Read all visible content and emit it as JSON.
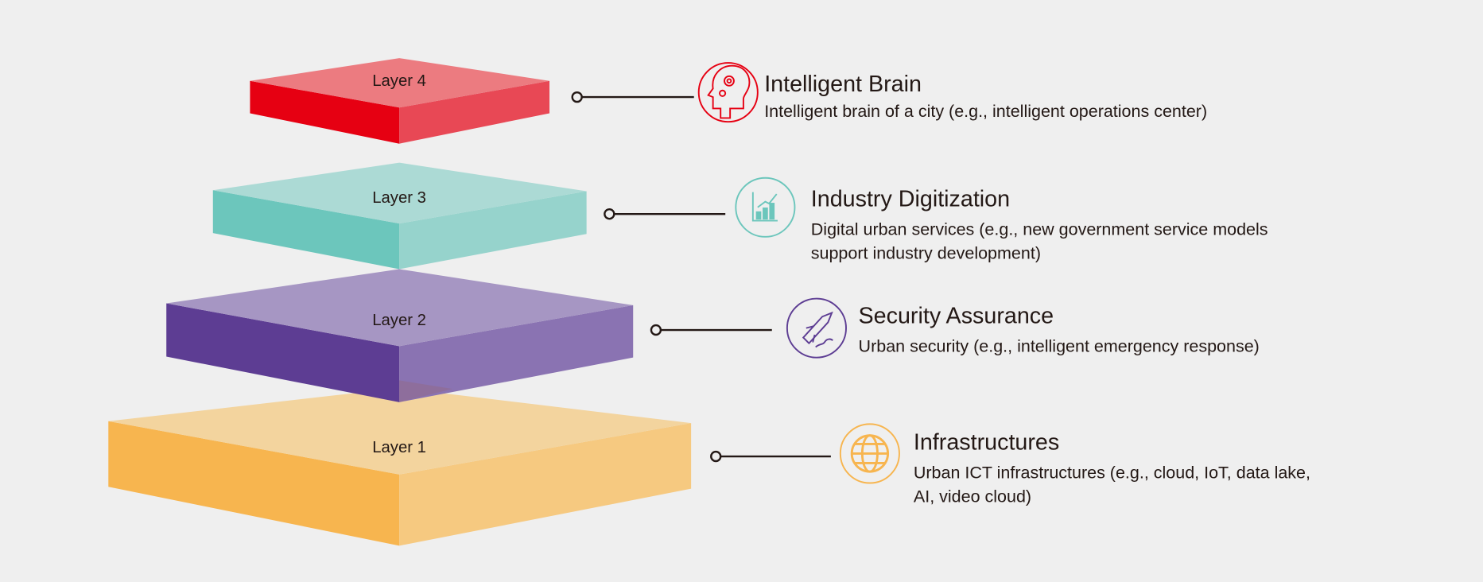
{
  "layers": [
    {
      "label": "Layer 1",
      "title": "Infrastructures",
      "desc": [
        "Urban ICT infrastructures (e.g., cloud, IoT, data lake,",
        "AI, video cloud)"
      ],
      "icon": "globe-icon",
      "colors": {
        "top": "#f3d49e",
        "left": "#f7b54f",
        "right": "#f6c980",
        "accent": "#f7b54f"
      }
    },
    {
      "label": "Layer 2",
      "title": "Security Assurance",
      "desc": [
        "Urban security (e.g., intelligent emergency response)"
      ],
      "icon": "security-icon",
      "colors": {
        "top": "#a696c3",
        "left": "#5d3d93",
        "right": "#8a73b2",
        "accent": "#5d3d93"
      }
    },
    {
      "label": "Layer 3",
      "title": "Industry Digitization",
      "desc": [
        "Digital urban services (e.g., new government service models",
        "support industry development)"
      ],
      "icon": "chart-icon",
      "colors": {
        "top": "#acdad5",
        "left": "#6cc6bc",
        "right": "#96d3cc",
        "accent": "#6cc6bc"
      }
    },
    {
      "label": "Layer 4",
      "title": "Intelligent Brain",
      "desc": [
        "Intelligent brain of a city (e.g., intelligent operations center)"
      ],
      "icon": "brain-icon",
      "colors": {
        "top": "#ec7b80",
        "left": "#e60012",
        "right": "#e84855",
        "accent": "#e60012"
      }
    }
  ]
}
